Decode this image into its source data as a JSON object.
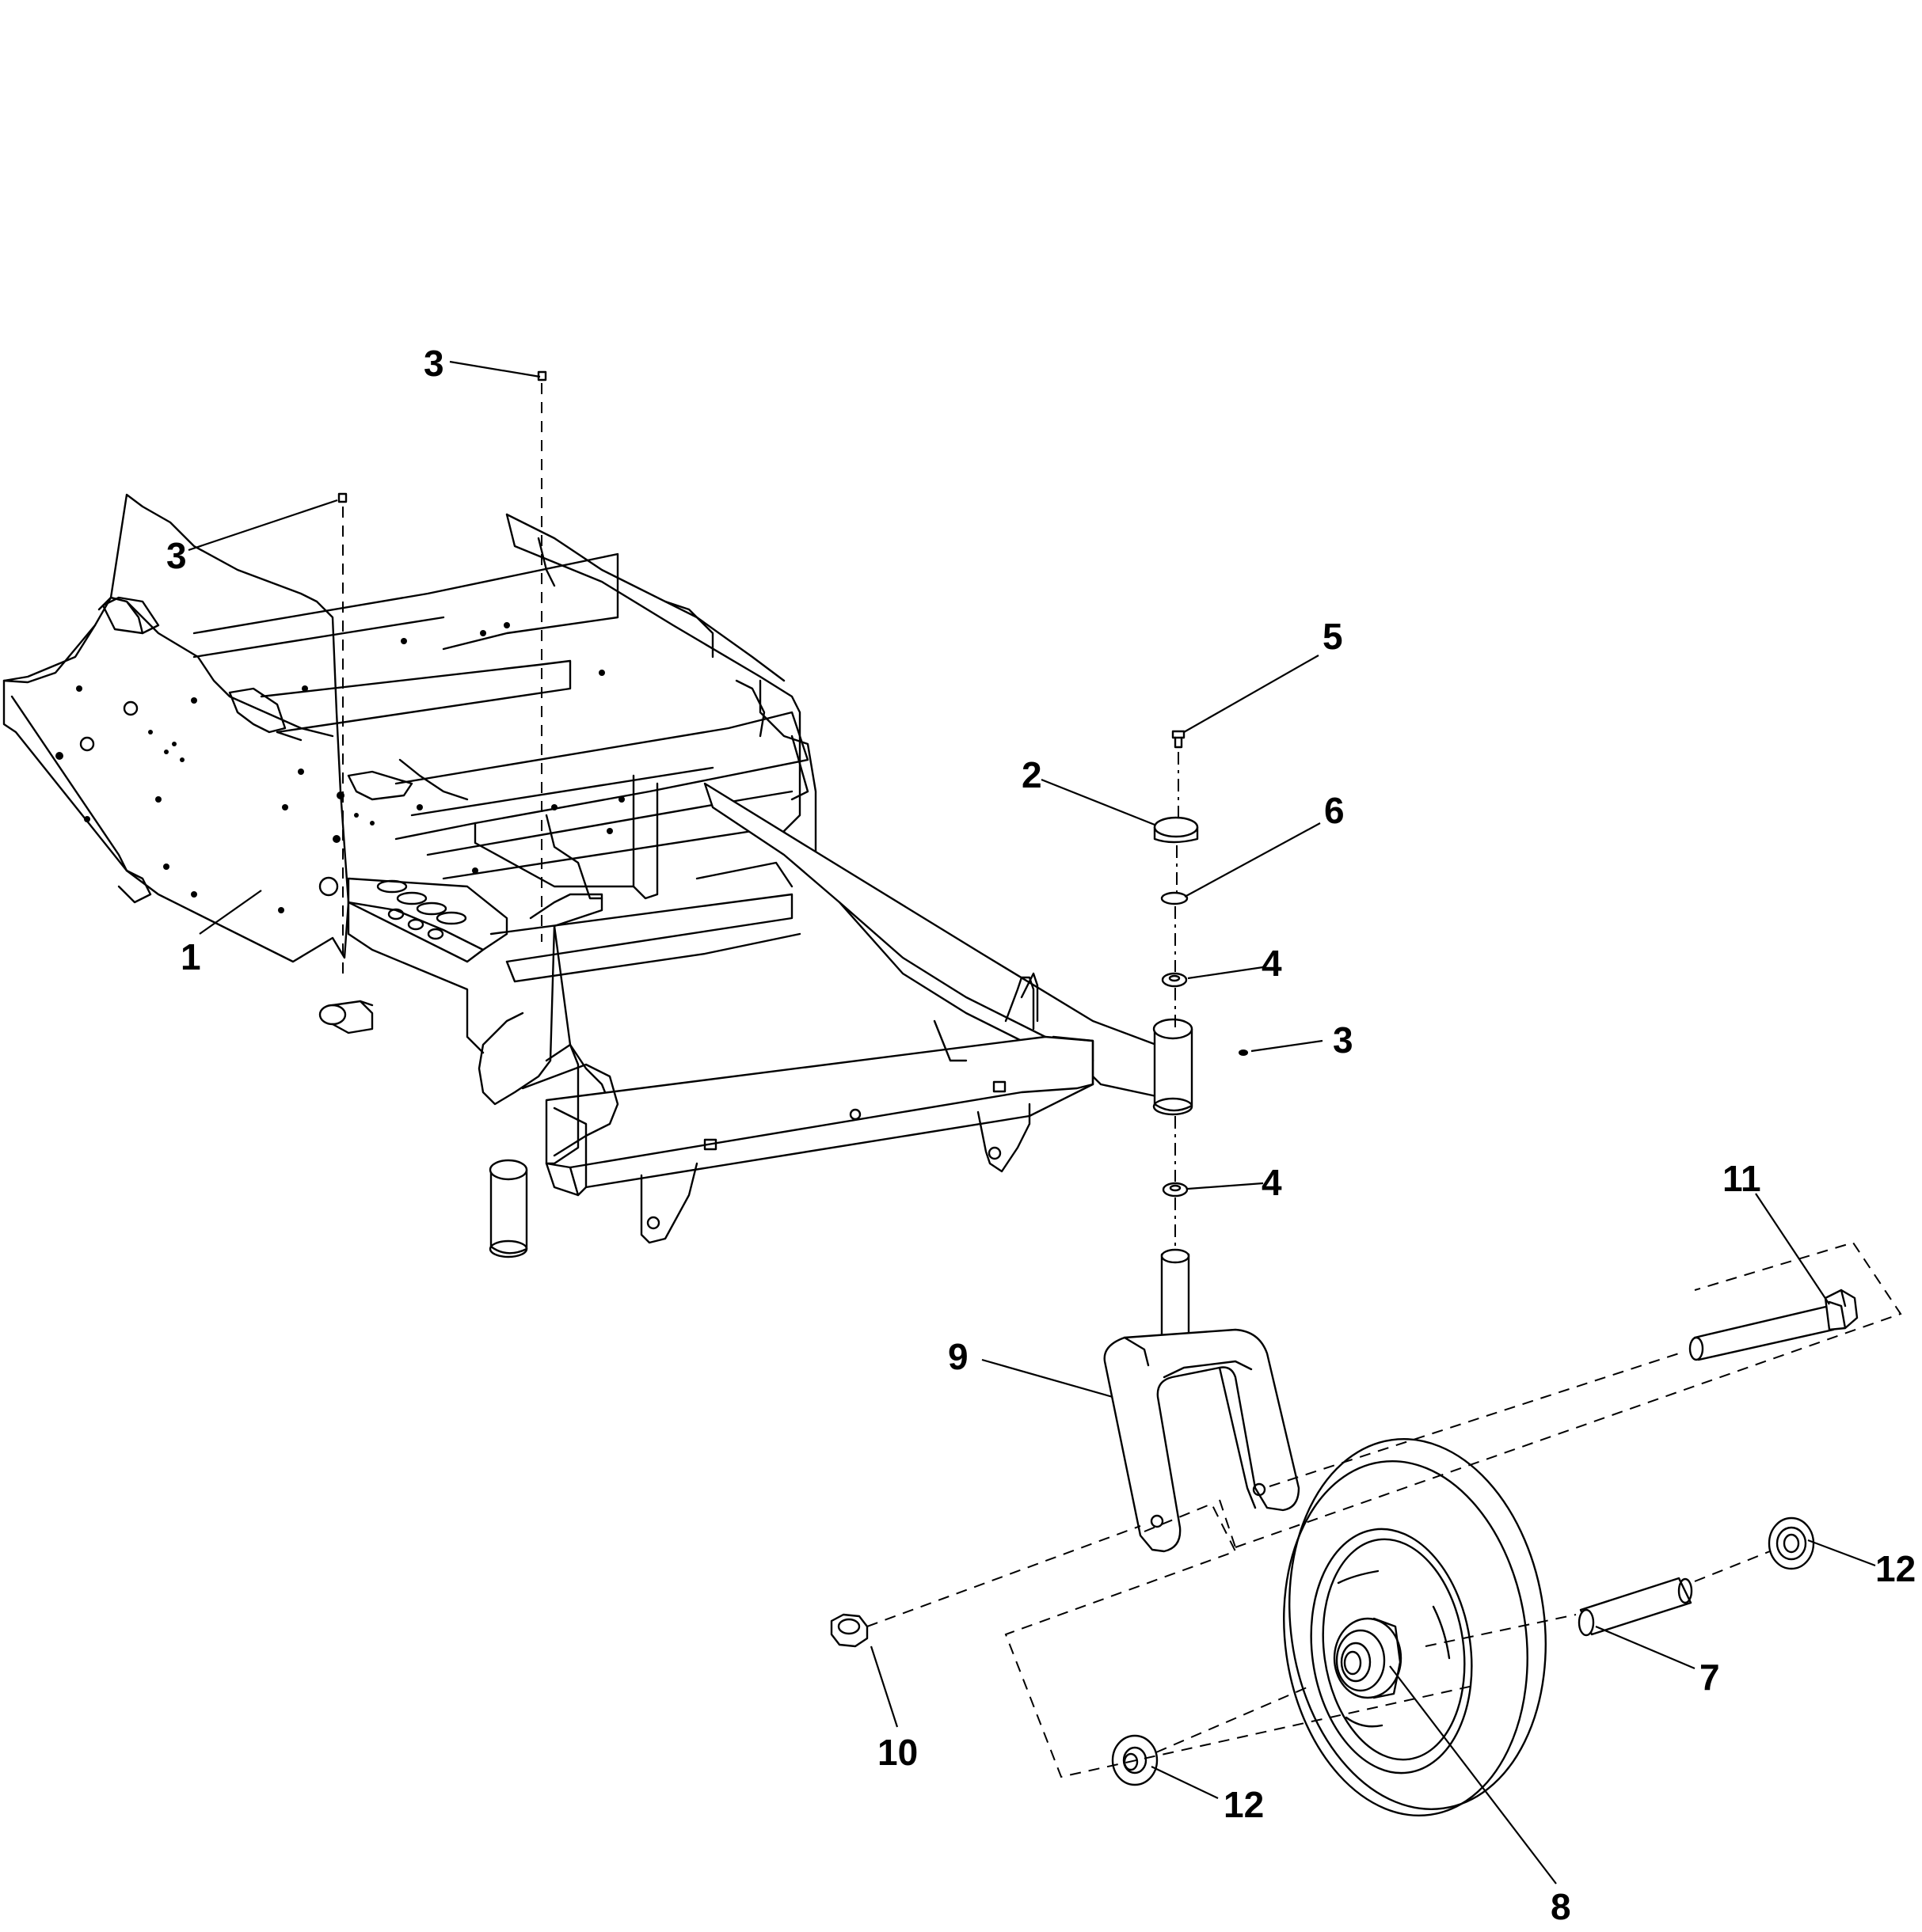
{
  "callouts": [
    {
      "id": "c1",
      "label": "1"
    },
    {
      "id": "c2",
      "label": "2"
    },
    {
      "id": "c3a",
      "label": "3"
    },
    {
      "id": "c3b",
      "label": "3"
    },
    {
      "id": "c3c",
      "label": "3"
    },
    {
      "id": "c4a",
      "label": "4"
    },
    {
      "id": "c4b",
      "label": "4"
    },
    {
      "id": "c5",
      "label": "5"
    },
    {
      "id": "c6",
      "label": "6"
    },
    {
      "id": "c7",
      "label": "7"
    },
    {
      "id": "c8",
      "label": "8"
    },
    {
      "id": "c9",
      "label": "9"
    },
    {
      "id": "c10",
      "label": "10"
    },
    {
      "id": "c11",
      "label": "11"
    },
    {
      "id": "c12a",
      "label": "12"
    },
    {
      "id": "c12b",
      "label": "12"
    }
  ]
}
